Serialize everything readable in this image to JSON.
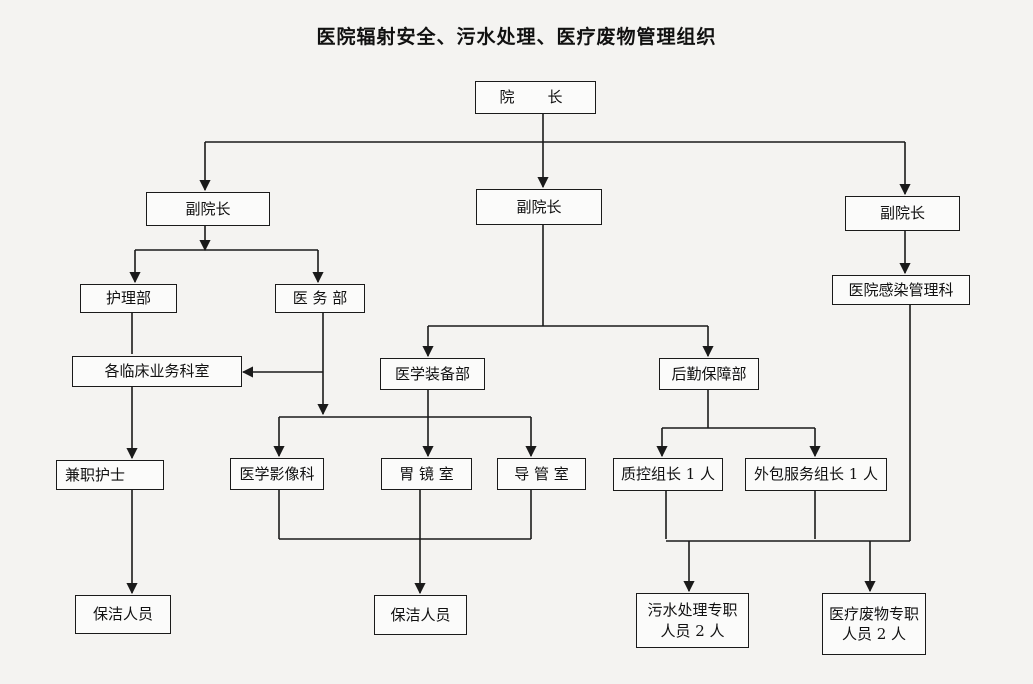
{
  "title": "医院辐射安全、污水处理、医疗废物管理组织",
  "nodes": {
    "president": "院　长",
    "vp_left": "副院长",
    "vp_center": "副院长",
    "vp_right": "副院长",
    "nursing_dept": "护理部",
    "medical_dept": "医 务 部",
    "infection_control": "医院感染管理科",
    "clinical_depts": "各临床业务科室",
    "equipment_dept": "医学装备部",
    "logistics_dept": "后勤保障部",
    "part_time_nurse": "兼职护士",
    "imaging_dept": "医学影像科",
    "gastroscopy_room": "胃 镜 室",
    "catheter_room": "导 管 室",
    "qc_leader": "质控组长 1 人",
    "outsource_leader": "外包服务组长 1 人",
    "cleaner_left": "保洁人员",
    "cleaner_center": "保洁人员",
    "sewage_staff": "污水处理专职人员 2 人",
    "waste_staff": "医疗废物专职人员 2 人"
  }
}
